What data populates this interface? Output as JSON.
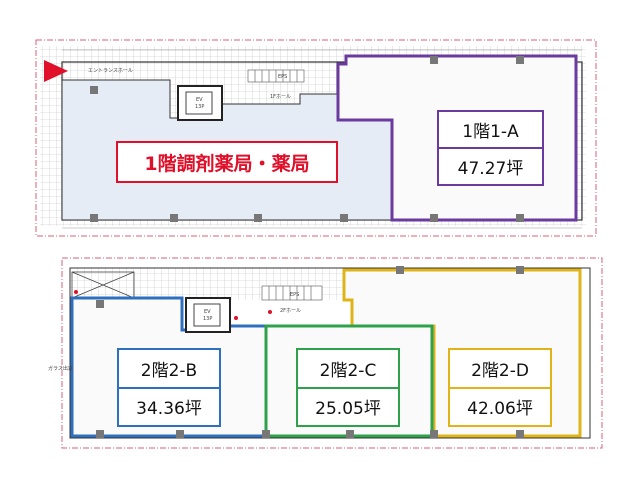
{
  "floor1": {
    "entrance_label": "エントランスホール",
    "ev_label": "EV",
    "ev_sub": "13P",
    "eps_label": "EPS",
    "hall_label": "1Fホール",
    "pharmacy_label": "1階調剤薬局・薬局",
    "unit_a": {
      "name": "1階1-A",
      "area": "47.27坪",
      "color": "#6b3a9e"
    }
  },
  "floor2": {
    "ev_label": "EV",
    "ev_sub": "13P",
    "eps_label": "EPS",
    "hall_label": "2Fホール",
    "side_label": "ガラス出窓",
    "unit_b": {
      "name": "2階2-B",
      "area": "34.36坪",
      "color": "#2f6fbf"
    },
    "unit_c": {
      "name": "2階2-C",
      "area": "25.05坪",
      "color": "#2ea24a"
    },
    "unit_d": {
      "name": "2階2-D",
      "area": "42.06坪",
      "color": "#e0b419"
    }
  },
  "colors": {
    "pharmacy": "#e0102a",
    "property_line": "#d4607a",
    "floor1_fill": "#e6ecf6"
  }
}
